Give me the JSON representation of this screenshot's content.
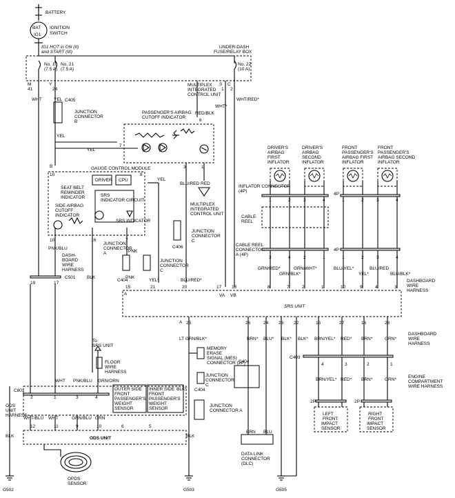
{
  "labels": {
    "battery": "BATTERY",
    "bat": "BAT",
    "ig1": "IG1",
    "ignition": "IGNITION",
    "switch": "SWITCH",
    "ig1_note": "IG1 HOT in ON (II)",
    "ig1_note2": "and START (III)",
    "underdash": "UNDER-DASH",
    "underdash2": "FUSE/RELAY BOX",
    "multiplex": "MULTIPLEX",
    "integrated": "INTEGRATED",
    "control_unit": "CONTROL UNIT",
    "junction": "JUNCTION",
    "connector": "CONNECTOR",
    "connector_a": "CONNECTOR A",
    "a": "A",
    "b": "B",
    "c": "C",
    "pass_cutoff": "PASSENGER'S AIRBAG",
    "pass_cutoff2": "CUTOFF INDICATOR",
    "gauge": "GAUGE CONTROL MODULE",
    "driver": "DRIVER",
    "cpu": "CPU",
    "seatbelt": "SEAT BELT",
    "reminder": "REMINDER",
    "indicator": "INDICATOR",
    "srs_ind": "SRS",
    "srs_ind2": "INDICATOR CIRCUIT",
    "srs_ind3": "SRS INDICATOR",
    "side_airbag": "SIDE AIRBAG",
    "cutoff": "CUTOFF",
    "dash": "DASH-",
    "board": "BOARD",
    "wire": "WIRE",
    "harness": "HARNESS",
    "dashboard": "DASHBOARD",
    "inflator_conn": "INFLATOR CONNECTOR",
    "inflator_conn2": "(4P)",
    "cable": "CABLE",
    "reel": "REEL",
    "cable_reel": "CABLE REEL",
    "cable_reel_a": "A (4P)",
    "four_p": "4P",
    "va": "VA",
    "vb": "VB",
    "srs_unit": "SRS UNIT",
    "memory": "MEMORY",
    "erase": "ERASE",
    "signal": "SIGNAL (MES)",
    "conn_2p": "CONNECTOR (2P)",
    "engine": "ENGINE",
    "compartment": "COMPARTMENT",
    "wire_harness": "WIRE HARNESS",
    "two_p": "2P",
    "data_link": "DATA LINK",
    "dlc": "(DLC)",
    "to_srs": "To",
    "srs_unit2": "SRS UNIT",
    "floor": "FLOOR",
    "ods": "ODS",
    "unit": "UNIT",
    "ods_unit": "ODS UNIT",
    "opds": "OPDS",
    "sensor": "SENSOR"
  },
  "fuses": [
    {
      "name": "No. 10",
      "rating": "(7.5 A)"
    },
    {
      "name": "No. 21",
      "rating": "(7.5 A)"
    },
    {
      "name": "No. 22",
      "rating": "(10 A)"
    }
  ],
  "pins": {
    "m": "M",
    "y": "Y",
    "c": "C",
    "s": "S",
    "a": "A",
    "b": "B",
    "p1": "1",
    "p2": "2",
    "p3": "3",
    "p4": "4",
    "p5": "5",
    "p6": "6",
    "p7": "7",
    "p8": "8",
    "p9": "9",
    "p10": "10",
    "p11": "11",
    "p12": "12",
    "p15": "15",
    "p16": "16",
    "p17": "17",
    "p18": "18",
    "p19": "19",
    "p20": "20",
    "p21": "21",
    "p22": "22",
    "p23": "23",
    "p24": "24",
    "p25": "25",
    "p26": "26",
    "p27": "27",
    "p28": "28",
    "p41": "41"
  },
  "wires": {
    "wht": "WHT",
    "wht_s": "WHT*",
    "yel": "YEL",
    "yel_s": "YEL*",
    "wht_red": "WHT/RED*",
    "red_blk": "RED/BLK",
    "blu_red": "BLU/RED",
    "blu_red_s": "BLU/RED*",
    "red": "RED",
    "red_s": "RED*",
    "pnk": "PNK",
    "pnk_blu": "PNK/BLU",
    "blk": "BLK",
    "blk_s": "BLK*",
    "grn_red": "GRN/RED*",
    "grn_blk": "GRN/BLK*",
    "grn_wht": "GRN/WHT*",
    "blu_yel": "BLU/YEL*",
    "blu_blk": "BLU/BLK*",
    "ltgrn_blk": "LT GRN/BLK*",
    "brn": "BRN",
    "brn_s": "BRN*",
    "blu": "BLU",
    "blu_s": "BLU*",
    "brn_yel": "BRN/YEL*",
    "grn_s": "GRN*",
    "grn_orn": "GRN/ORN",
    "wht_blu": "WHT/BLU",
    "grn_blu": "GRN/BLU",
    "grn": "GRN"
  },
  "connectors": {
    "c405": "C405",
    "c404": "C404",
    "c406": "C406",
    "c501": "C501",
    "c403": "C403",
    "c801": "C801"
  },
  "inflators": [
    {
      "l1": "DRIVER'S",
      "l2": "AIRBAG",
      "l3": "FIRST",
      "l4": "INFLATOR"
    },
    {
      "l1": "DRIVER'S",
      "l2": "AIRBAG",
      "l3": "SECOND",
      "l4": "INFLATOR"
    },
    {
      "l1": "FRONT",
      "l2": "PASSENGER'S",
      "l3": "AIRBAG FIRST",
      "l4": "INFLATOR"
    },
    {
      "l1": "FRONT",
      "l2": "PASSENGER'S",
      "l3": "AIRBAG SECOND",
      "l4": "INFLATOR"
    }
  ],
  "sensors": {
    "left": {
      "l1": "LEFT",
      "l2": "FRONT",
      "l3": "IMPACT",
      "l4": "SENSOR"
    },
    "right": {
      "l1": "RIGHT",
      "l2": "FRONT",
      "l3": "IMPACT",
      "l4": "SENSOR"
    },
    "outer": {
      "l1": "OUTER SIDE",
      "l2": "FRONT",
      "l3": "PASSENGER'S",
      "l4": "WEIGHT",
      "l5": "SENSOR"
    },
    "inner": {
      "l1": "INNER SIDE",
      "l2": "FRONT",
      "l3": "PASSENGER'S",
      "l4": "WEIGHT",
      "l5": "SENSOR"
    }
  },
  "grounds": {
    "g502": "G502",
    "g503": "G503",
    "g505": "G505"
  }
}
